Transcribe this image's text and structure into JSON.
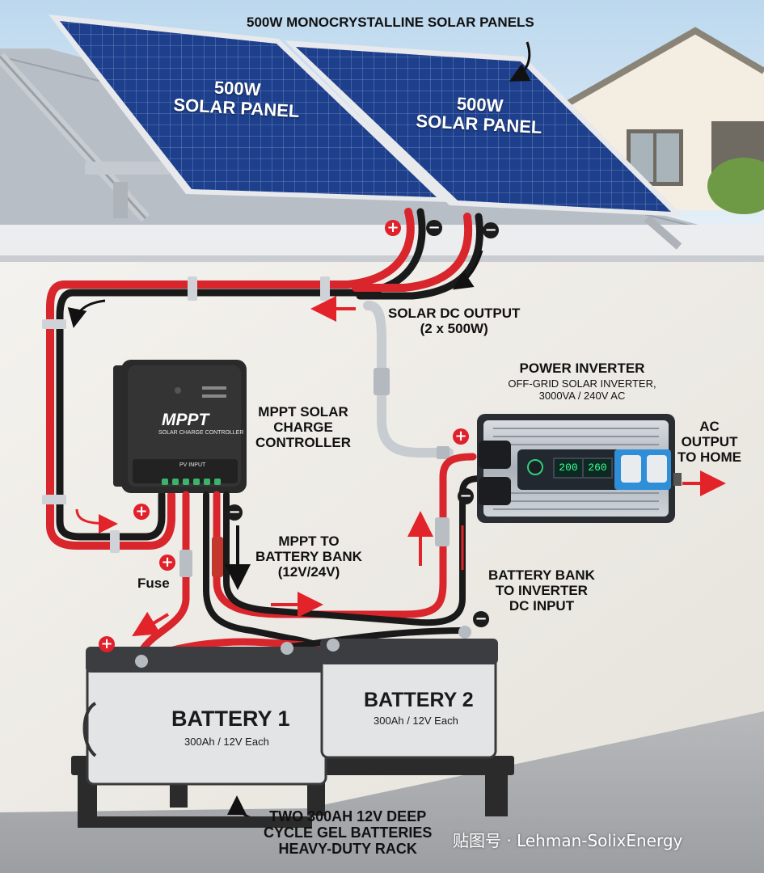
{
  "header": {
    "title": "500W MONOCRYSTALLINE SOLAR PANELS"
  },
  "panels": [
    {
      "line1": "500W",
      "line2": "SOLAR PANEL"
    },
    {
      "line1": "500W",
      "line2": "SOLAR PANEL"
    }
  ],
  "solar_output": {
    "line1": "SOLAR DC OUTPUT",
    "line2": "(2 x 500W)"
  },
  "inverter": {
    "title": "POWER INVERTER",
    "line1": "OFF-GRID SOLAR INVERTER,",
    "line2": "3000VA / 240V AC",
    "display_1": "200",
    "display_2": "260"
  },
  "ac_output": {
    "line1": "AC",
    "line2": "OUTPUT",
    "line3": "TO HOME"
  },
  "controller": {
    "label_line1": "MPPT SOLAR",
    "label_line2": "CHARGE",
    "label_line3": "CONTROLLER",
    "device_brand": "MPPT",
    "device_subtitle": "SOLAR CHARGE CONTROLLER",
    "device_port_label": "PV INPUT"
  },
  "mppt_to_battery": {
    "line1": "MPPT TO",
    "line2": "BATTERY BANK",
    "line3": "(12V/24V)"
  },
  "fuse_label": "Fuse",
  "battery_to_inverter": {
    "line1": "BATTERY BANK",
    "line2": "TO INVERTER",
    "line3": "DC INPUT"
  },
  "batteries": [
    {
      "name": "BATTERY 1",
      "spec": "300Ah / 12V Each"
    },
    {
      "name": "BATTERY 2",
      "spec": "300Ah / 12V Each"
    }
  ],
  "footer": {
    "line1": "TWO 300AH 12V DEEP",
    "line2": "CYCLE GEL BATTERIES",
    "line3": "HEAVY-DUTY RACK"
  },
  "polarity": {
    "positive": "+",
    "negative": "−"
  },
  "watermark": "贴图号 · Lehman-SolixEnergy",
  "colors": {
    "positive_wire": "#d8262c",
    "negative_wire": "#1a1a1a",
    "panel_cell": "#1c3f8a",
    "wall": "#f2efe9",
    "sky": "#cfe3f1",
    "arrow": "#e3232a"
  }
}
